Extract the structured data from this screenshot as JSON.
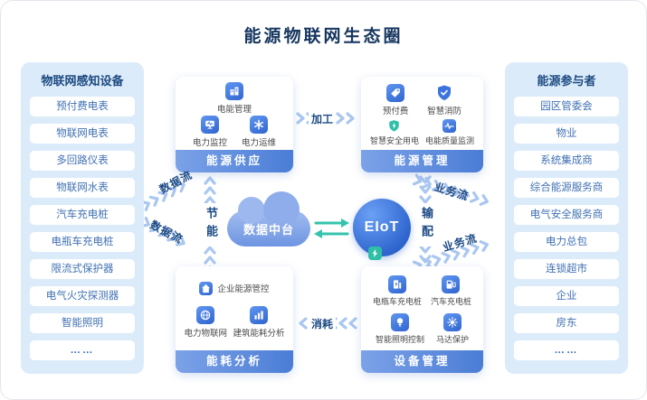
{
  "title": "能源物联网生态圈",
  "left_panel": {
    "title": "物联网感知设备",
    "items": [
      "预付费电表",
      "物联网电表",
      "多回路仪表",
      "物联网水表",
      "汽车充电桩",
      "电瓶车充电桩",
      "限流式保护器",
      "电气火灾探测器",
      "智能照明",
      "……"
    ]
  },
  "right_panel": {
    "title": "能源参与者",
    "items": [
      "园区管委会",
      "物业",
      "系统集成商",
      "综合能源服务商",
      "电气安全服务商",
      "电力总包",
      "连锁超市",
      "企业",
      "房东",
      "……"
    ]
  },
  "modules": {
    "energy_supply": {
      "title": "能源供应",
      "items": [
        {
          "label": "电能管理",
          "icon": "energy-management-icon"
        },
        {
          "label": "电力监控",
          "icon": "power-monitoring-icon"
        },
        {
          "label": "电力运维",
          "icon": "power-ops-icon"
        }
      ]
    },
    "energy_management": {
      "title": "能源管理",
      "items": [
        {
          "label": "预付费",
          "icon": "prepaid-icon"
        },
        {
          "label": "智慧消防",
          "icon": "fire-shield-icon"
        },
        {
          "label": "智慧安全用电",
          "icon": "safe-power-shield-icon"
        },
        {
          "label": "电能质量监测",
          "icon": "power-quality-icon"
        }
      ]
    },
    "energy_analysis": {
      "title": "能耗分析",
      "items": [
        {
          "label": "企业能源管控",
          "icon": "enterprise-energy-icon"
        },
        {
          "label": "电力物联网",
          "icon": "power-iot-globe-icon"
        },
        {
          "label": "建筑能耗分析",
          "icon": "building-energy-chart-icon"
        }
      ]
    },
    "device_management": {
      "title": "设备管理",
      "items": [
        {
          "label": "电瓶车充电桩",
          "icon": "ebike-charger-icon"
        },
        {
          "label": "汽车充电桩",
          "icon": "car-charger-icon"
        },
        {
          "label": "智能照明控制",
          "icon": "smart-lighting-icon"
        },
        {
          "label": "马达保护",
          "icon": "motor-protection-icon"
        }
      ]
    }
  },
  "center": {
    "data_platform": "数据中台",
    "eiot": "EIoT"
  },
  "flows": {
    "processing": "加工",
    "consumption": "消耗",
    "energy_saving": "节能",
    "distribution": "输配",
    "data_flow_top": "数据流",
    "data_flow_bottom": "数据流",
    "business_flow_top": "业务流",
    "business_flow_bottom": "业务流"
  },
  "colors": {
    "title": "#16365f",
    "panel_bg": "#dcebfa",
    "pill_text": "#4071b3",
    "module_bar_blue": "#4b7dd6",
    "chevron": "#a9c7f0",
    "teal": "#34c3ac",
    "icon_blue": "#3b74dd"
  }
}
